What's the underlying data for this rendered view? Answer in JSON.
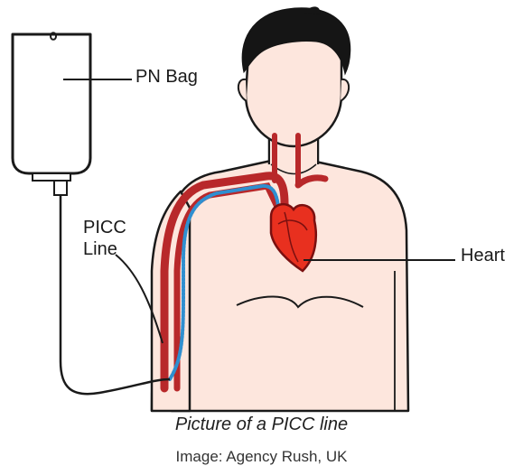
{
  "labels": {
    "pn_bag": "PN Bag",
    "picc_line_1": "PICC",
    "picc_line_2": "Line",
    "heart": "Heart"
  },
  "caption": "Picture of a PICC line",
  "credit": "Image: Agency Rush, UK",
  "colors": {
    "skin": "#fde6dd",
    "outline": "#1a1a1a",
    "hair": "#151515",
    "vein": "#b8282a",
    "heart": "#e8301f",
    "catheter": "#2f8fd0",
    "bag": "#ffffff"
  },
  "icons": {
    "bag": "iv-bag-icon",
    "heart": "heart-icon",
    "body": "human-torso-illustration"
  }
}
